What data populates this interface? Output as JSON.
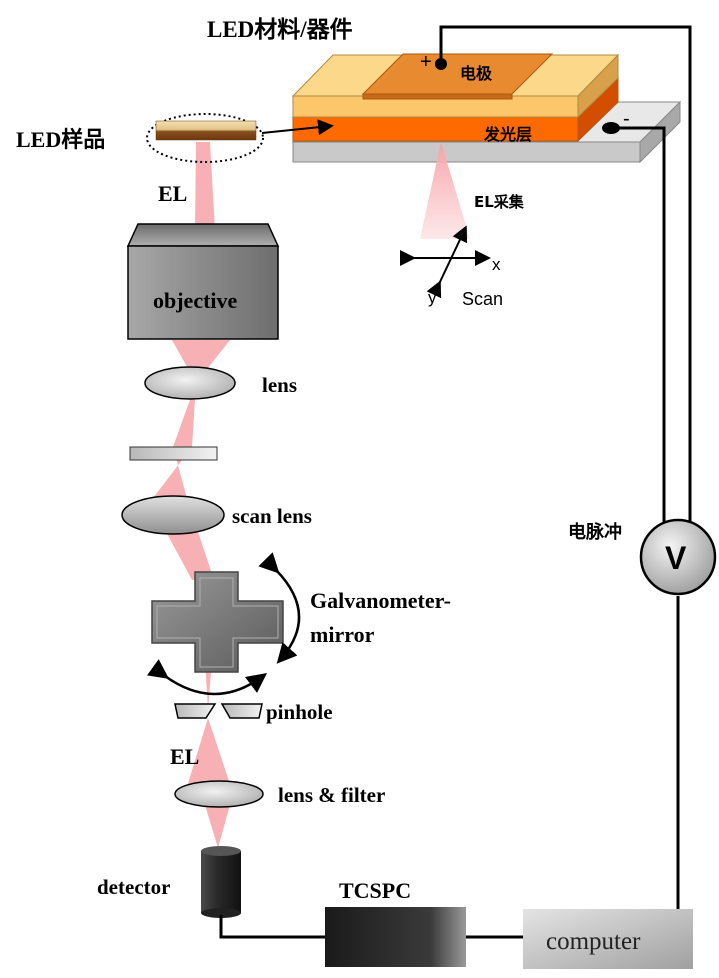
{
  "labels": {
    "led_material": "LED材料/器件",
    "led_sample": "LED样品",
    "electrode": "电极",
    "emitting_layer": "发光层",
    "el_collect": "EL采集",
    "scan": "Scan",
    "axis_x": "x",
    "axis_y": "y",
    "plus": "+",
    "minus": "-",
    "el_top": "EL",
    "objective": "objective",
    "lens": "lens",
    "scan_lens": "scan lens",
    "galvo": "Galvanometer-",
    "mirror": "mirror",
    "pinhole": "pinhole",
    "el_bottom": "EL",
    "lens_filter": "lens & filter",
    "detector": "detector",
    "tcspc": "TCSPC",
    "computer": "computer",
    "electric_pulse": "电脉冲",
    "volt": "V"
  },
  "colors": {
    "beam": "#f6a3a8",
    "electrode": "#e88a30",
    "top_layer": "#fcc76a",
    "emitting_layer": "#ff6a00",
    "substrate": "#c9c9c9",
    "objective": "#8e8e8e"
  }
}
